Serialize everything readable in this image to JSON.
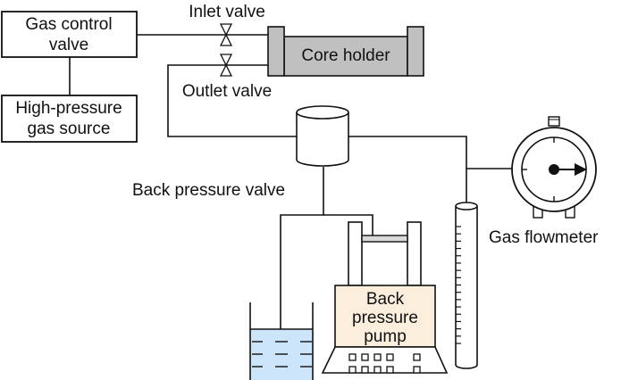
{
  "diagram": {
    "title": "Gas flow experimental setup",
    "components": {
      "gas_control_valve": {
        "line1": "Gas control",
        "line2": "valve"
      },
      "gas_source": {
        "line1": "High-pressure",
        "line2": "gas source"
      },
      "inlet_valve": {
        "label": "Inlet valve"
      },
      "outlet_valve": {
        "label": "Outlet valve"
      },
      "core_holder": {
        "label": "Core holder",
        "fill": "#c0c0c0"
      },
      "back_pressure_valve": {
        "label": "Back pressure valve"
      },
      "back_pressure_pump": {
        "line1": "Back",
        "line2": "pressure",
        "line3": "pump",
        "fill": "#fbeedd"
      },
      "gas_flowmeter": {
        "label": "Gas flowmeter"
      },
      "water_container": {
        "fill": "#cce5fb"
      },
      "graduated_cylinder": {
        "tick_count": 17
      }
    }
  }
}
